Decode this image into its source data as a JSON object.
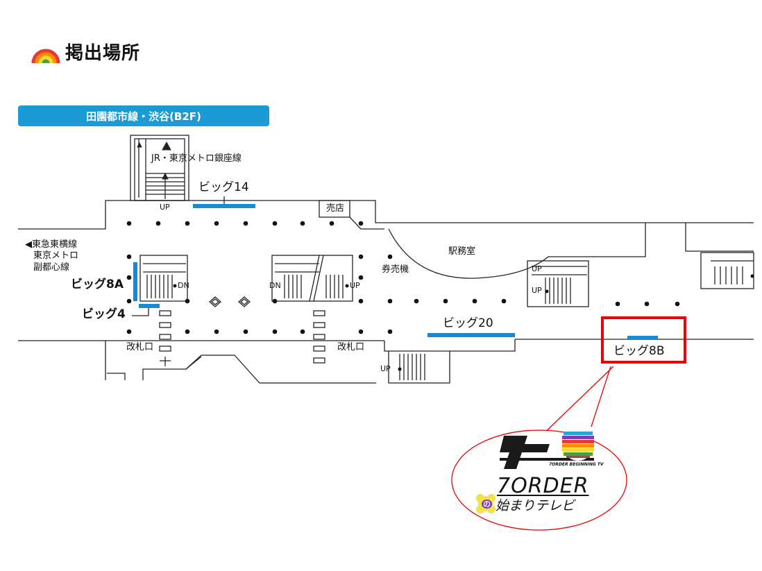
{
  "heading": {
    "icon": "rainbow-icon",
    "title": "掲出場所"
  },
  "banner": {
    "text": "田園都市線・渋谷(B2F)",
    "color": "#1b9ad6"
  },
  "labels": {
    "jr_ginza": "JR・東京メトロ銀座線",
    "toyoko_1": "◀東急東横線",
    "toyoko_2": "東京メトロ",
    "toyoko_3": "副都心線",
    "shop": "売店",
    "office": "駅務室",
    "ticket_machine": "券売機",
    "gate_left": "改札口",
    "gate_center": "改札口",
    "up": "UP",
    "dn": "DN"
  },
  "ads": {
    "big14": "ビッグ14",
    "big8a": "ビッグ8A",
    "big4": "ビッグ4",
    "big20": "ビッグ20",
    "big8b": "ビッグ8B",
    "color": "#1b87cc",
    "highlight": "ビッグ8B",
    "highlight_color": "#e00000"
  },
  "callout": {
    "logo_text": "7ORDER",
    "logo_sub": "始まりテレビ",
    "logo_tag": "7ORDER BEGINNING TV",
    "badge": "の",
    "logo_icon": "7order-logo-icon"
  }
}
